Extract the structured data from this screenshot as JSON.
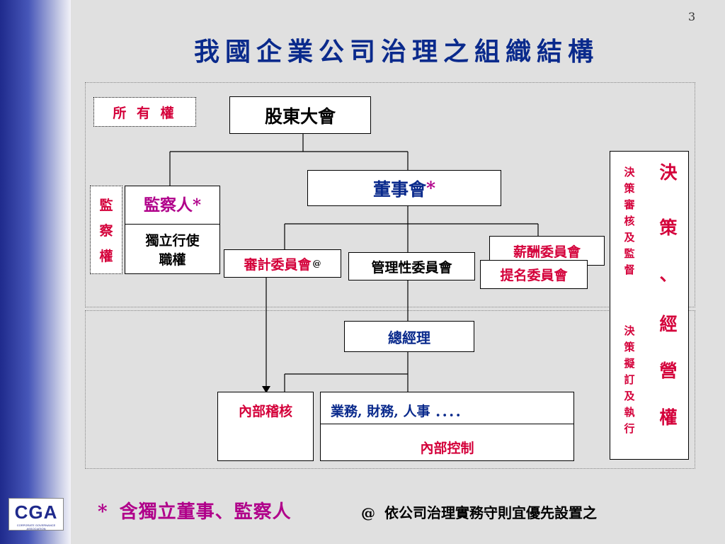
{
  "slide": {
    "page_number": "3",
    "title": "我國企業公司治理之組織結構"
  },
  "sidebar": {
    "logo_text": "CGA",
    "logo_subtext": "CORPORATE GOVERNANCE ASSOCIATION"
  },
  "labels": {
    "ownership": "所 有 權",
    "supervision_rights": [
      "監",
      "察",
      "權"
    ]
  },
  "nodes": {
    "shareholders": "股東大會",
    "board": "董事會",
    "board_mark": "*",
    "supervisor": "監察人",
    "supervisor_mark": "*",
    "supervisor_note_1": "獨立行使",
    "supervisor_note_2": "職權",
    "audit_committee": "審計委員會",
    "audit_mark": "@",
    "management_committee": "管理性委員會",
    "compensation_committee": "薪酬委員會",
    "nomination_committee": "提名委員會",
    "general_manager": "總經理",
    "internal_audit": "內部稽核",
    "operations": "業務, 財務, 人事 ．．．．",
    "internal_control": "內部控制"
  },
  "right_panel": {
    "small_top": [
      "決",
      "策",
      "審",
      "核",
      "及",
      "監",
      "督"
    ],
    "small_bottom": [
      "決",
      "策",
      "擬",
      "訂",
      "及",
      "執",
      "行"
    ],
    "big": [
      "決",
      "策",
      "、",
      "經",
      "營",
      "權"
    ]
  },
  "footnotes": {
    "star_mark": "*",
    "star_note": "含獨立董事、監察人",
    "at_mark": "@",
    "at_note": "依公司治理實務守則宜優先設置之"
  },
  "colors": {
    "title_blue": "#0a2a8c",
    "accent_red": "#d4003a",
    "sidebar_dark": "#1f2a8c",
    "background": "#e0e0e0"
  }
}
